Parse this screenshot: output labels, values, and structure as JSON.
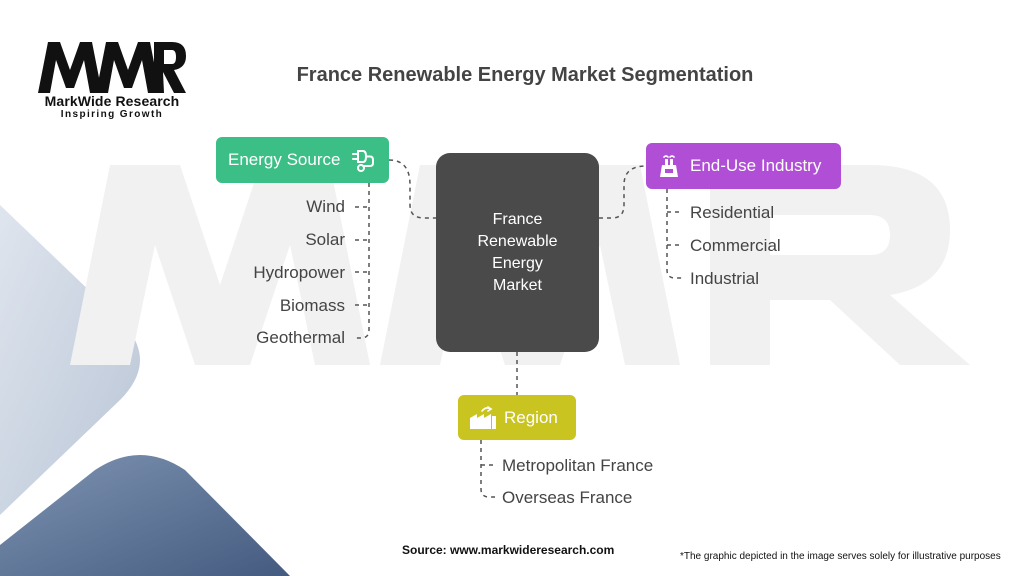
{
  "brand": {
    "name": "MarkWide Research",
    "tagline": "Inspiring Growth"
  },
  "title": "France Renewable Energy Market Segmentation",
  "center": {
    "lines": [
      "France",
      "Renewable",
      "Energy",
      "Market"
    ]
  },
  "segments": {
    "energy_source": {
      "label": "Energy Source",
      "icon": "plug-icon",
      "color": "#3cbf86",
      "items": [
        "Wind",
        "Solar",
        "Hydropower",
        "Biomass",
        "Geothermal"
      ]
    },
    "end_use": {
      "label": "End-Use Industry",
      "icon": "industry-icon",
      "color": "#b04fd6",
      "items": [
        "Residential",
        "Commercial",
        "Industrial"
      ]
    },
    "region": {
      "label": "Region",
      "icon": "factory-icon",
      "color": "#c9c41f",
      "items": [
        "Metropolitan France",
        "Overseas France"
      ]
    }
  },
  "footer": {
    "source": "Source: www.markwideresearch.com",
    "note": "*The graphic depicted in the image serves solely for illustrative purposes"
  }
}
